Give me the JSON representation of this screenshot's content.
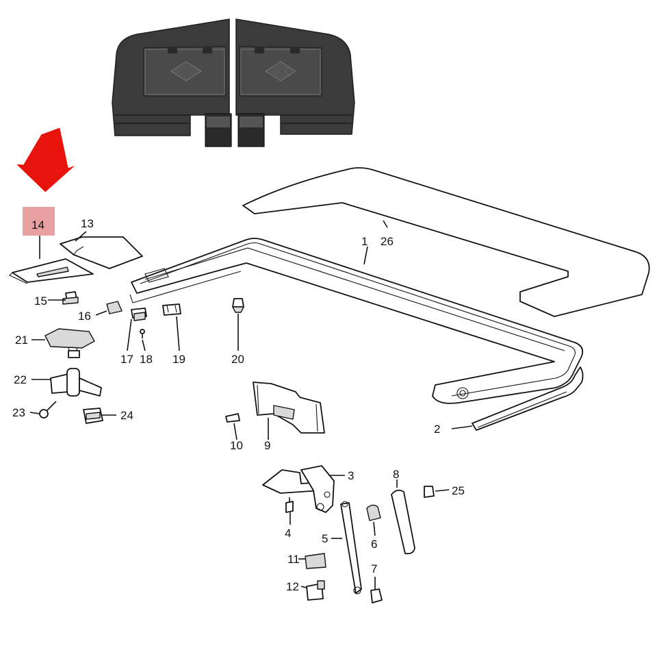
{
  "diagram": {
    "highlight": {
      "label": "14",
      "highlight_color": "#e8a0a0",
      "arrow_color": "#e8140c"
    },
    "callouts": [
      {
        "id": "1",
        "label": "1"
      },
      {
        "id": "2",
        "label": "2"
      },
      {
        "id": "3",
        "label": "3"
      },
      {
        "id": "4",
        "label": "4"
      },
      {
        "id": "5",
        "label": "5"
      },
      {
        "id": "6",
        "label": "6"
      },
      {
        "id": "7",
        "label": "7"
      },
      {
        "id": "8",
        "label": "8"
      },
      {
        "id": "9",
        "label": "9"
      },
      {
        "id": "10",
        "label": "10"
      },
      {
        "id": "11",
        "label": "11"
      },
      {
        "id": "12",
        "label": "12"
      },
      {
        "id": "13",
        "label": "13"
      },
      {
        "id": "15",
        "label": "15"
      },
      {
        "id": "16",
        "label": "16"
      },
      {
        "id": "17",
        "label": "17"
      },
      {
        "id": "18",
        "label": "18"
      },
      {
        "id": "19",
        "label": "19"
      },
      {
        "id": "20",
        "label": "20"
      },
      {
        "id": "21",
        "label": "21"
      },
      {
        "id": "22",
        "label": "22"
      },
      {
        "id": "23",
        "label": "23"
      },
      {
        "id": "24",
        "label": "24"
      },
      {
        "id": "25",
        "label": "25"
      },
      {
        "id": "26",
        "label": "26"
      }
    ]
  }
}
